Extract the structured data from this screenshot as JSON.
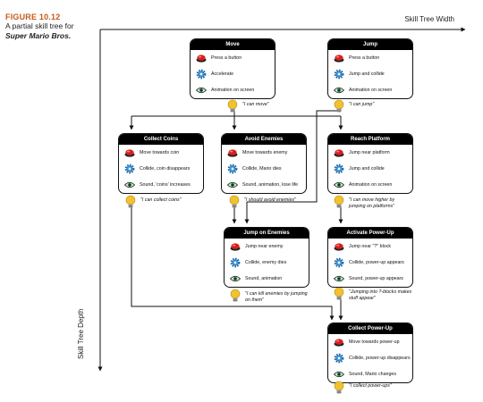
{
  "caption": {
    "figure": "FIGURE 10.12",
    "line1": "A partial skill tree for",
    "line2": "Super Mario Bros."
  },
  "axes": {
    "x_label": "Skill Tree Width",
    "y_label": "Skill Tree Depth"
  },
  "legend_icons": {
    "input": "red-button-icon",
    "mechanic": "gear-icon",
    "feedback": "eye-icon",
    "goal": "lightbulb-icon"
  },
  "colors": {
    "button_red": "#d8201c",
    "gear_blue": "#1e6fae",
    "eye_green": "#2e7d4a",
    "bulb_yellow": "#f2c12e",
    "title_bar": "#000000",
    "caption_orange": "#c45a1a"
  },
  "nodes": {
    "move": {
      "title": "Move",
      "input": "Press a button",
      "mechanic": "Accelerate",
      "feedback": "Animation on screen",
      "goal": "\"I can move\""
    },
    "jump": {
      "title": "Jump",
      "input": "Press a button",
      "mechanic": "Jump and collide",
      "feedback": "Animation on screen",
      "goal": "\"I can jump\""
    },
    "collect_coins": {
      "title": "Collect Coins",
      "input": "Move towards coin",
      "mechanic": "Collide, coin disappears",
      "feedback": "Sound, 'coins' increases",
      "goal": "\"I can collect coins\""
    },
    "avoid_enemies": {
      "title": "Avoid Enemies",
      "input": "Move towards enemy",
      "mechanic": "Collide, Mario dies",
      "feedback": "Sound, animation, lose life",
      "goal": "\"I should avoid enemies\""
    },
    "reach_platform": {
      "title": "Reach Platform",
      "input": "Jump near platform",
      "mechanic": "Jump and collide",
      "feedback": "Animation on screen",
      "goal": "\"I can move higher by\njumping on platforms\""
    },
    "jump_on_enemies": {
      "title": "Jump on Enemies",
      "input": "Jump near enemy",
      "mechanic": "Collide, enemy dies",
      "feedback": "Sound, animation",
      "goal": "\"I can kill enemies by jumping\non them\""
    },
    "activate_powerup": {
      "title": "Activate Power-Up",
      "input": "Jump near \"?\" block",
      "mechanic": "Collide, power-up appears",
      "feedback": "Sound, power-up appears",
      "goal": "\"Jumping into ?-blocks makes\nstuff appear\""
    },
    "collect_powerup": {
      "title": "Collect Power-Up",
      "input": "Move towards power-up",
      "mechanic": "Collide, power-up disappears",
      "feedback": "Sound, Mario changes",
      "goal": "\"I collect power-ups\""
    }
  }
}
